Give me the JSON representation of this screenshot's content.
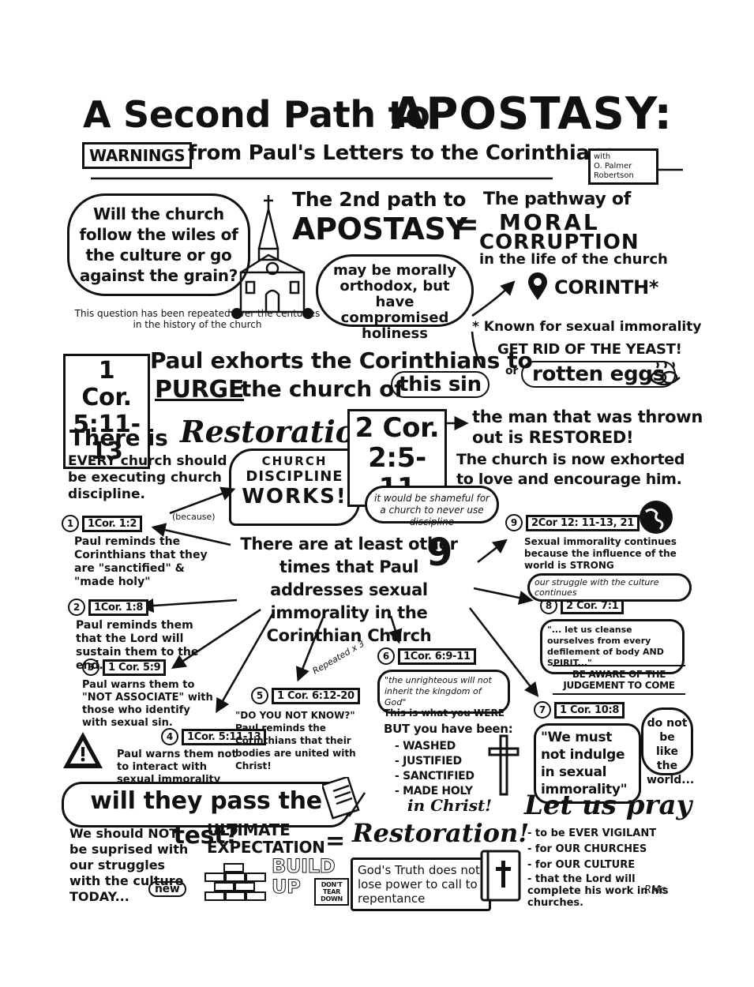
{
  "header": {
    "title_a": "A Second Path to",
    "title_b": "APOSTASY:",
    "sub_box": "WARNINGS",
    "sub_rest": "from Paul's Letters to the Corinthians",
    "credit_with": "with",
    "credit_name": "O. Palmer Robertson"
  },
  "top": {
    "question": "Will the church follow the wiles of the culture or go against the grain?",
    "question_note": "This question has been repeated over the centuries in the history of the church",
    "path_a": "The 2nd path to",
    "path_b": "APOSTASY",
    "equals": "=",
    "pathway_a": "The pathway of",
    "pathway_b": "MORAL",
    "pathway_c": "CORRUPTION",
    "pathway_d": "in the life of the church",
    "orthodox": "may be morally orthodox, but have compromised holiness",
    "corinth": "CORINTH*",
    "corinth_note": "* Known for sexual immorality"
  },
  "purge": {
    "ref": "1 Cor. 5:11-13",
    "text_a": "Paul exhorts the Corinthians to",
    "text_b": "PURGE",
    "text_c": "the church of",
    "text_d": "this sin",
    "yeast_a": "GET RID OF THE YEAST!",
    "yeast_b": "or",
    "yeast_c": "rotten eggs"
  },
  "restoration": {
    "a": "There is",
    "b": "Restoration!",
    "every": "EVERY church should be executing church discipline.",
    "because": "(because)",
    "works_a": "CHURCH",
    "works_b": "DISCIPLINE",
    "works_c": "WORKS!",
    "ref": "2 Cor. 2:5-11",
    "man": "the man that was thrown out is RESTORED!",
    "exhort": "The church is now exhorted to love and encourage him.",
    "shameful": "it would be shameful for a church to never use discipline"
  },
  "center": {
    "text": "There are at least other times that Paul addresses sexual immorality in the Corinthian Church",
    "nine": "9"
  },
  "items": [
    {
      "n": "1",
      "ref": "1Cor. 1:2",
      "text": "Paul reminds the Corinthians that they are \"sanctified\" & \"made holy\""
    },
    {
      "n": "2",
      "ref": "1Cor. 1:8",
      "text": "Paul reminds them that the Lord will sustain them to the end."
    },
    {
      "n": "3",
      "ref": "1 Cor. 5:9",
      "text": "Paul warns them to \"NOT ASSOCIATE\" with those who identify with sexual sin."
    },
    {
      "n": "4",
      "ref": "1Cor. 5:11-13",
      "text": "Paul warns them not to interact with sexual immorality"
    },
    {
      "n": "5",
      "ref": "1 Cor. 6:12-20",
      "text": "\"DO YOU NOT KNOW?\" Paul reminds the Corinthians that their bodies are united with Christ!"
    },
    {
      "n": "6",
      "ref": "1Cor. 6:9-11",
      "text": "\"the unrighteous will not inherit the kingdom of God\""
    },
    {
      "n": "7",
      "ref": "1 Cor. 10:8",
      "text": "\"We must not indulge in sexual immorality\""
    },
    {
      "n": "8",
      "ref": "2 Cor. 7:1",
      "text": "\"... let us cleanse ourselves from every defilement of body AND SPIRIT...\""
    },
    {
      "n": "9",
      "ref": "2Cor 12: 11-13, 21",
      "text": "Sexual immorality continues because the influence of the world is STRONG"
    }
  ],
  "extras": {
    "repeated": "Repeated x 3",
    "struggle": "our struggle with the culture continues",
    "judgement": "BE AWARE OF THE JUDGEMENT TO COME",
    "do_not": "do not be like the world...",
    "this_is": "This is what you WERE",
    "but": "BUT you have been:",
    "washed": "- WASHED",
    "justified": "- JUSTIFIED",
    "sanctified": "- SANCTIFIED",
    "made_holy": "- MADE HOLY",
    "in_christ": "in Christ!"
  },
  "bottom": {
    "test": "will they pass the test?",
    "surprised": "We should NOT be suprised with our struggles with the culture TODAY...",
    "new": "new",
    "ultimate_a": "ULTIMATE",
    "ultimate_b": "EXPECTATION",
    "equals": "=",
    "restoration": "Restoration!",
    "build": "BUILD",
    "up": "UP",
    "dont": "DON'T TEAR DOWN",
    "truth": "God's Truth does not lose power to call to repentance",
    "pray": "Let us pray",
    "pray_items": [
      "- to be EVER VIGILANT",
      "- for OUR CHURCHES",
      "- for OUR CULTURE",
      "- that the Lord will complete his work in his churches."
    ],
    "initials": "RMc"
  }
}
